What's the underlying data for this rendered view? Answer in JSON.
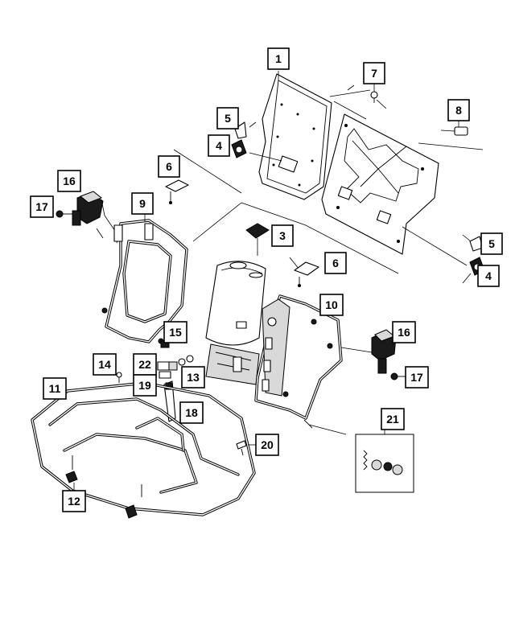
{
  "callouts": [
    {
      "id": "c1",
      "label": "1"
    },
    {
      "id": "c2",
      "label": "7"
    },
    {
      "id": "c3",
      "label": "8"
    },
    {
      "id": "c4",
      "label": "5"
    },
    {
      "id": "c5",
      "label": "4"
    },
    {
      "id": "c6",
      "label": "6"
    },
    {
      "id": "c7",
      "label": "16"
    },
    {
      "id": "c8",
      "label": "17"
    },
    {
      "id": "c9",
      "label": "9"
    },
    {
      "id": "c10",
      "label": "3"
    },
    {
      "id": "c11",
      "label": "5"
    },
    {
      "id": "c12",
      "label": "6"
    },
    {
      "id": "c13",
      "label": "4"
    },
    {
      "id": "c14",
      "label": "10"
    },
    {
      "id": "c15",
      "label": "15"
    },
    {
      "id": "c16",
      "label": "16"
    },
    {
      "id": "c17",
      "label": "14"
    },
    {
      "id": "c18",
      "label": "22"
    },
    {
      "id": "c19",
      "label": "13"
    },
    {
      "id": "c20",
      "label": "17"
    },
    {
      "id": "c21",
      "label": "19"
    },
    {
      "id": "c22",
      "label": "11"
    },
    {
      "id": "c23",
      "label": "18"
    },
    {
      "id": "c24",
      "label": "21"
    },
    {
      "id": "c25",
      "label": "20"
    },
    {
      "id": "c26",
      "label": "12"
    }
  ]
}
